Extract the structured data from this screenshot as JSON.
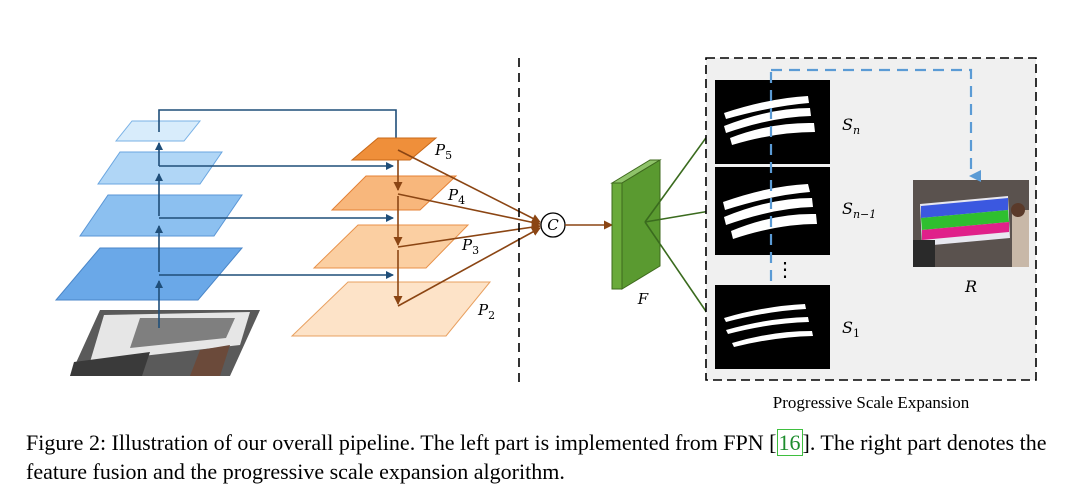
{
  "labels": {
    "p5": {
      "main": "P",
      "sub": "5"
    },
    "p4": {
      "main": "P",
      "sub": "4"
    },
    "p3": {
      "main": "P",
      "sub": "3"
    },
    "p2": {
      "main": "P",
      "sub": "2"
    },
    "concat": "C",
    "feature": "F",
    "sn": {
      "main": "S",
      "sub": "n"
    },
    "sn1": {
      "main": "S",
      "sub": "n−1"
    },
    "s1": {
      "main": "S",
      "sub": "1"
    },
    "vdots": "⋮",
    "result": "R"
  },
  "pse_caption": "Progressive Scale Expansion",
  "caption": {
    "before_ref": "Figure 2: Illustration of our overall pipeline. The left part is implemented from FPN [",
    "ref": "16",
    "after_ref": "]. The right part denotes the feature fusion and the progressive scale expansion algorithm."
  },
  "colors": {
    "blue_arrow": "#1f4e79",
    "brown_arrow": "#8b4513",
    "green_arrow": "#3a6b1e",
    "dash_blue": "#5b9bd5"
  }
}
